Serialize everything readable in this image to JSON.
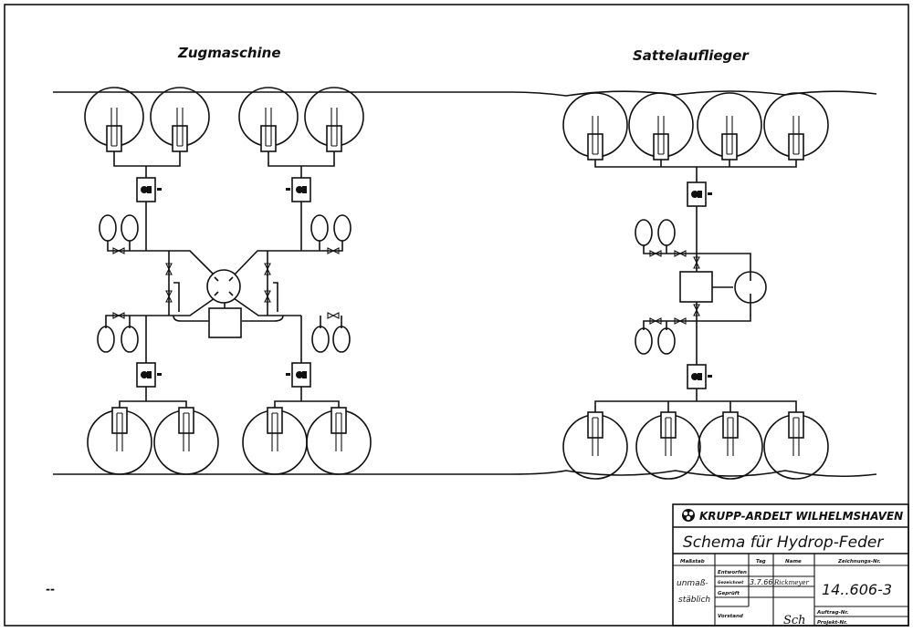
{
  "headings": {
    "left": "Zugmaschine",
    "right": "Sattelauflieger"
  },
  "title_block": {
    "company": "KRUPP-ARDELT WILHELMSHAVEN",
    "title": "Schema für Hydrop-Feder",
    "col_massstab": "Maßstab",
    "col_tag": "Tag",
    "col_name": "Name",
    "col_zeichnungs_nr": "Zeichnungs-Nr.",
    "rows": [
      "Entworfen",
      "Gezeichnet",
      "Geprüft",
      "Vorstand"
    ],
    "massstab_value_1": "unmaß-",
    "massstab_value_2": "stäblich",
    "date": "3.7.66",
    "name": "Rickmeyer",
    "approver_signature": "Sch",
    "drawing_number": "14..606-3",
    "auftrag_nr": "Auftrag-Nr.",
    "projekt_nr": "Projekt-Nr."
  },
  "margin_mark": "--"
}
